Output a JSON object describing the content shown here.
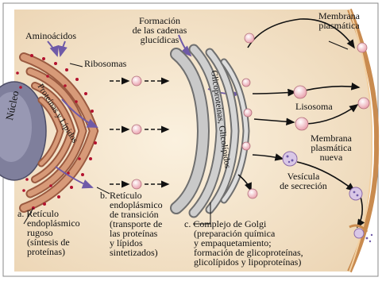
{
  "labels": {
    "aminoacidos": "Aminoácidos",
    "ribosomas": "Ribosomas",
    "formacion_cadenas": "Formación\nde las cadenas\nglucídicas",
    "membrana_plasmatica": "Membrana\nplasmática",
    "nucleo": "Núcleo",
    "proteinas_lipidos": "Proteínas y Lípidos",
    "glicoproteinas_glicolipidos": "Glicoproteínas, Glicolípidos",
    "lisosoma": "Lisosoma",
    "membrana_nueva": "Membrana\nplasmática\nnueva",
    "vesicula_secrecion": "Vesícula\nde secreción",
    "reticulo_rugoso": "a. Retículo\n    endoplásmico\n    rugoso\n    (síntesis de\n    proteínas)",
    "reticulo_transicion": "b. Retículo\n    endoplásmico\n    de transición\n    (transporte de\n    las proteínas\n    y lípidos\n    sintetizados)",
    "complejo_golgi": "c. Complejo de Golgi\n    (preparación química\n    y empaquetamiento;\n    formación de glicoproteínas,\n    glicolípidos y lipoproteínas)"
  },
  "colors": {
    "background": "#f2e3cc",
    "er": "#c98a6a",
    "er_dark": "#9a5a40",
    "ribosome": "#b3122e",
    "nucleus": "#8a8aa6",
    "golgi": "#bdbdbd",
    "golgi_dark": "#6f6f6f",
    "vesicle": "#f7c9cf",
    "arrow_purple": "#6f5aa8",
    "membrane": "#d9a56b"
  }
}
